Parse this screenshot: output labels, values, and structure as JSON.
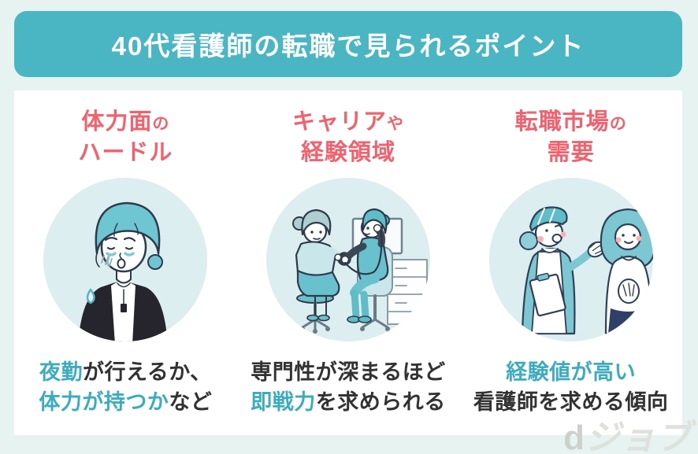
{
  "banner": {
    "title": "40代看護師の転職で見られるポイント"
  },
  "columns": [
    {
      "heading": {
        "line1_main": "体力面",
        "line1_small": "の",
        "line2": "ハードル"
      },
      "caption": {
        "l1_accent": "夜勤",
        "l1_dark": "が行えるか、",
        "l2_accent": "体力が持つか",
        "l2_dark": "など"
      },
      "illustration": "tired-nurse-crying-in-dark-cardigan"
    },
    {
      "heading": {
        "line1_main": "キャリア",
        "line1_small": "や",
        "line2": "経験領域"
      },
      "caption": {
        "l1_accent": "",
        "l1_dark": "専門性が深まるほど",
        "l2_accent": "即戦力",
        "l2_dark": "を求められる"
      },
      "illustration": "nurse-taking-blood-pressure-of-seated-elderly-woman"
    },
    {
      "heading": {
        "line1_main": "転職市場",
        "line1_small": "の",
        "line2": "需要"
      },
      "caption": {
        "l1_accent": "経験値が高い",
        "l1_dark": "",
        "l2_accent": "",
        "l2_dark": "看護師を求める傾向"
      },
      "illustration": "nurse-with-cap-talking-to-smiling-woman"
    }
  ],
  "logo": {
    "d": "d",
    "kana": "ジョブ"
  },
  "colors": {
    "page_bg": "#e6f3f0",
    "banner_teal": "#4ab6c4",
    "heading_red": "#f2626e",
    "accent_teal": "#3cacc1",
    "text_dark": "#323232",
    "circle_bg": "#ddeef0",
    "illustration_teal": "#5fbdc9",
    "illustration_light_teal": "#c9e7ea",
    "illustration_navy": "#2e4057",
    "logo_gray": "#cdd1cb"
  }
}
